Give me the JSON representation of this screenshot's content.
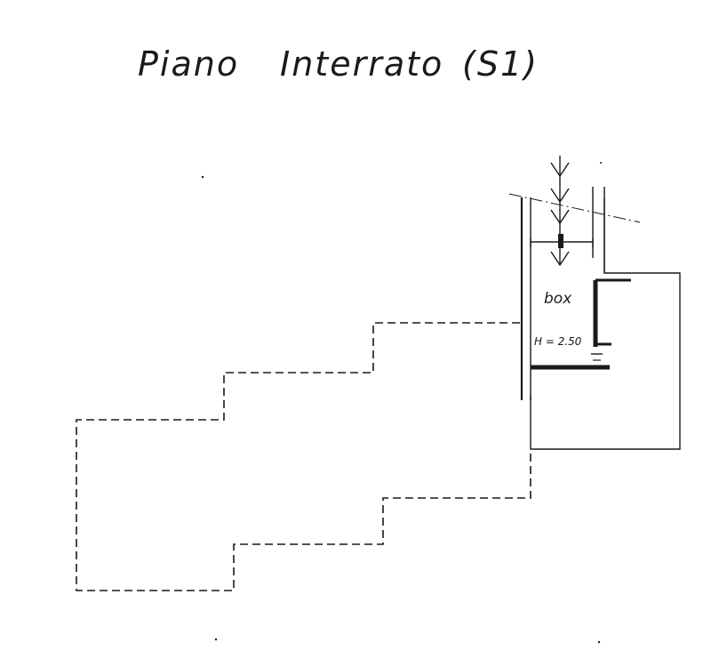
{
  "title": {
    "word1": "Piano",
    "word2": "Interrato",
    "code": "(S1)"
  },
  "room": {
    "label": "box",
    "height": "H = 2.50"
  },
  "colors": {
    "ink": "#1a1a1a",
    "paper": "#ffffff"
  }
}
